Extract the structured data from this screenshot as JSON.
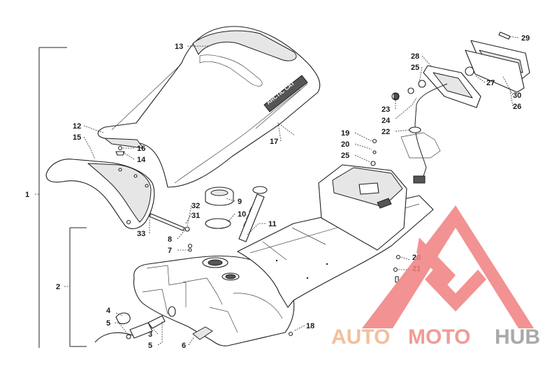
{
  "labels": {
    "n1": "1",
    "n2": "2",
    "n3": "3",
    "n4": "4",
    "n5a": "5",
    "n5b": "5",
    "n6": "6",
    "n7": "7",
    "n8": "8",
    "n9": "9",
    "n10": "10",
    "n11": "11",
    "n12": "12",
    "n13": "13",
    "n14": "14",
    "n15": "15",
    "n16": "16",
    "n17": "17",
    "n18": "18",
    "n19": "19",
    "n20a": "20",
    "n20b": "20",
    "n21": "21",
    "n22": "22",
    "n23": "23",
    "n24": "24",
    "n25a": "25",
    "n25b": "25",
    "n26": "26",
    "n27": "27",
    "n28": "28",
    "n29": "29",
    "n30": "30",
    "n31": "31",
    "n32": "32",
    "n33": "33"
  },
  "seat_decal": "ARCTIC CAT",
  "watermark": {
    "auto": "AUTO",
    "moto": "MOTO",
    "hub": "HUB",
    "colors": {
      "auto": "#f2b48a",
      "moto": "#ef8a86",
      "hub": "#9b9b9b",
      "triangle": "#f07f7f"
    }
  }
}
